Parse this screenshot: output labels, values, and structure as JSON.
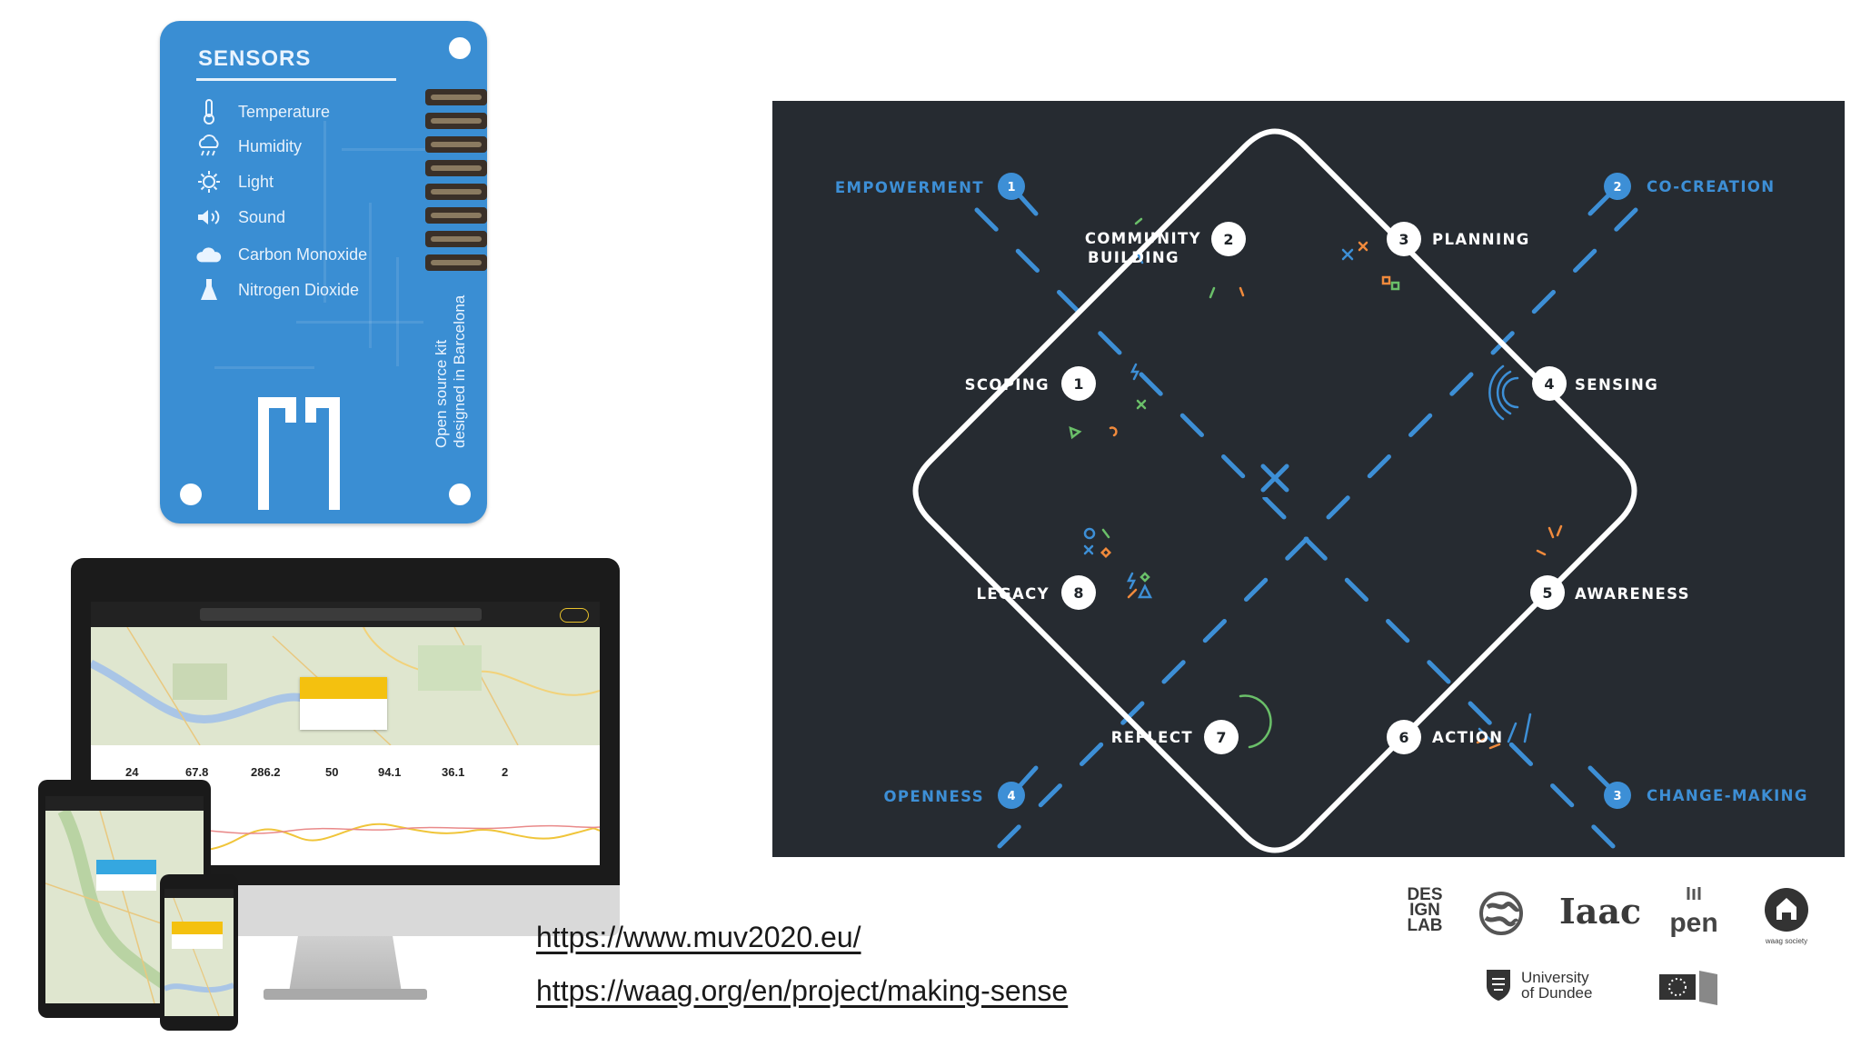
{
  "sensor_board": {
    "title": "SENSORS",
    "sensors": [
      {
        "icon": "thermometer-icon",
        "label": "Temperature"
      },
      {
        "icon": "cloud-rain-icon",
        "label": "Humidity"
      },
      {
        "icon": "sun-icon",
        "label": "Light"
      },
      {
        "icon": "speaker-icon",
        "label": "Sound"
      },
      {
        "icon": "cloud-icon",
        "label": "Carbon Monoxide"
      },
      {
        "icon": "flask-icon",
        "label": "Nitrogen Dioxide"
      }
    ],
    "side_text_line1": "Open source kit",
    "side_text_line2": "designed in Barcelona"
  },
  "dashboard": {
    "readings": [
      "24",
      "67.8",
      "286.2",
      "50",
      "94.1",
      "36.1",
      "2"
    ]
  },
  "links": {
    "url1": "https://www.muv2020.eu/",
    "url2": "https://waag.org/en/project/making-sense"
  },
  "diagram": {
    "corners": [
      {
        "num": "1",
        "label": "EMPOWERMENT"
      },
      {
        "num": "2",
        "label": "CO-CREATION"
      },
      {
        "num": "3",
        "label": "CHANGE-MAKING"
      },
      {
        "num": "4",
        "label": "OPENNESS"
      }
    ],
    "steps": [
      {
        "num": "1",
        "label": "SCOPING"
      },
      {
        "num": "2",
        "label_line1": "COMMUNITY",
        "label_line2": "BUILDING"
      },
      {
        "num": "3",
        "label": "PLANNING"
      },
      {
        "num": "4",
        "label": "SENSING"
      },
      {
        "num": "5",
        "label": "AWARENESS"
      },
      {
        "num": "6",
        "label": "ACTION"
      },
      {
        "num": "7",
        "label": "REFLECT"
      },
      {
        "num": "8",
        "label": "LEGACY"
      }
    ],
    "colors": {
      "background": "#262b31",
      "accent_blue": "#3d8fd6",
      "path": "#ffffff"
    }
  },
  "logos": {
    "design_lab_l1": "DES",
    "design_lab_l2": "IGN",
    "design_lab_l3": "LAB",
    "iaac": "Iaac",
    "pen": "pen",
    "waag": "waag society",
    "dundee_l1": "University",
    "dundee_l2": "of Dundee"
  }
}
